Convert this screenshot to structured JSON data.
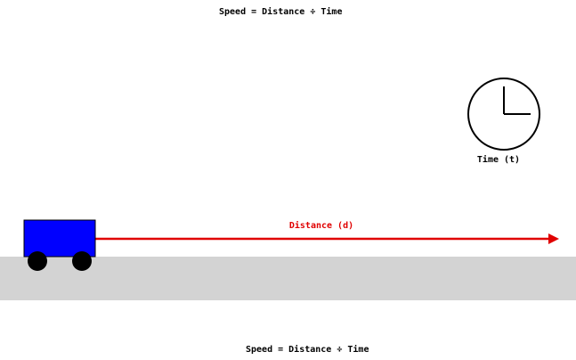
{
  "diagram": {
    "top_caption": "Speed = Distance ÷ Time",
    "bottom_caption": "Speed = Distance ÷ Time",
    "clock_label": "Time (t)",
    "distance_label": "Distance (d)",
    "colors": {
      "cart": "#0000ff",
      "wheels": "#000000",
      "arrow": "#e00000",
      "ground": "#d3d3d3",
      "clock": "#000000"
    }
  }
}
